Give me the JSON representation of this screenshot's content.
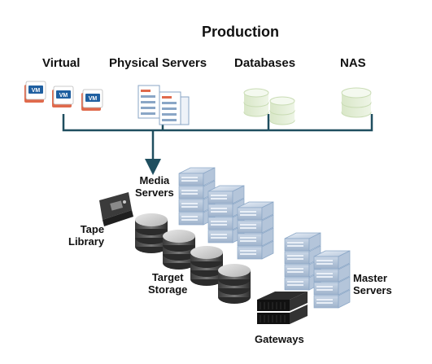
{
  "title": "Production",
  "production_sources": {
    "virtual": "Virtual",
    "physical_servers": "Physical Servers",
    "databases": "Databases",
    "nas": "NAS"
  },
  "vm_badge": "VM",
  "backup_components": {
    "media_servers": "Media\nServers",
    "tape_library": "Tape\nLibrary",
    "target_storage": "Target\nStorage",
    "master_servers": "Master\nServers",
    "gateways": "Gateways"
  },
  "colors": {
    "bus_line": "#1f4e5f",
    "vm_accent": "#e06a4c",
    "vm_badge": "#1f5fa0",
    "server_blue": "#8aa6c6",
    "database_green": "#c9dcb4",
    "storage_gray": "#6e6e6e",
    "gateway_black": "#1a1a1a"
  }
}
